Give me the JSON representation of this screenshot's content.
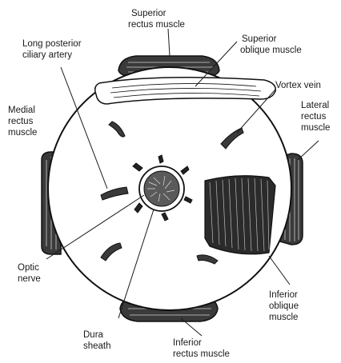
{
  "labels": {
    "superior_rectus": [
      "Superior",
      "rectus muscle"
    ],
    "long_posterior_ciliary": [
      "Long posterior",
      "ciliary artery"
    ],
    "superior_oblique": [
      "Superior",
      "oblique muscle"
    ],
    "vortex_vein": [
      "Vortex vein"
    ],
    "medial_rectus": [
      "Medial",
      "rectus",
      "muscle"
    ],
    "lateral_rectus": [
      "Lateral",
      "rectus",
      "muscle"
    ],
    "optic_nerve": [
      "Optic",
      "nerve"
    ],
    "inferior_oblique": [
      "Inferior",
      "oblique",
      "muscle"
    ],
    "dura_sheath": [
      "Dura",
      "sheath"
    ],
    "inferior_rectus": [
      "Inferior",
      "rectus muscle"
    ]
  }
}
